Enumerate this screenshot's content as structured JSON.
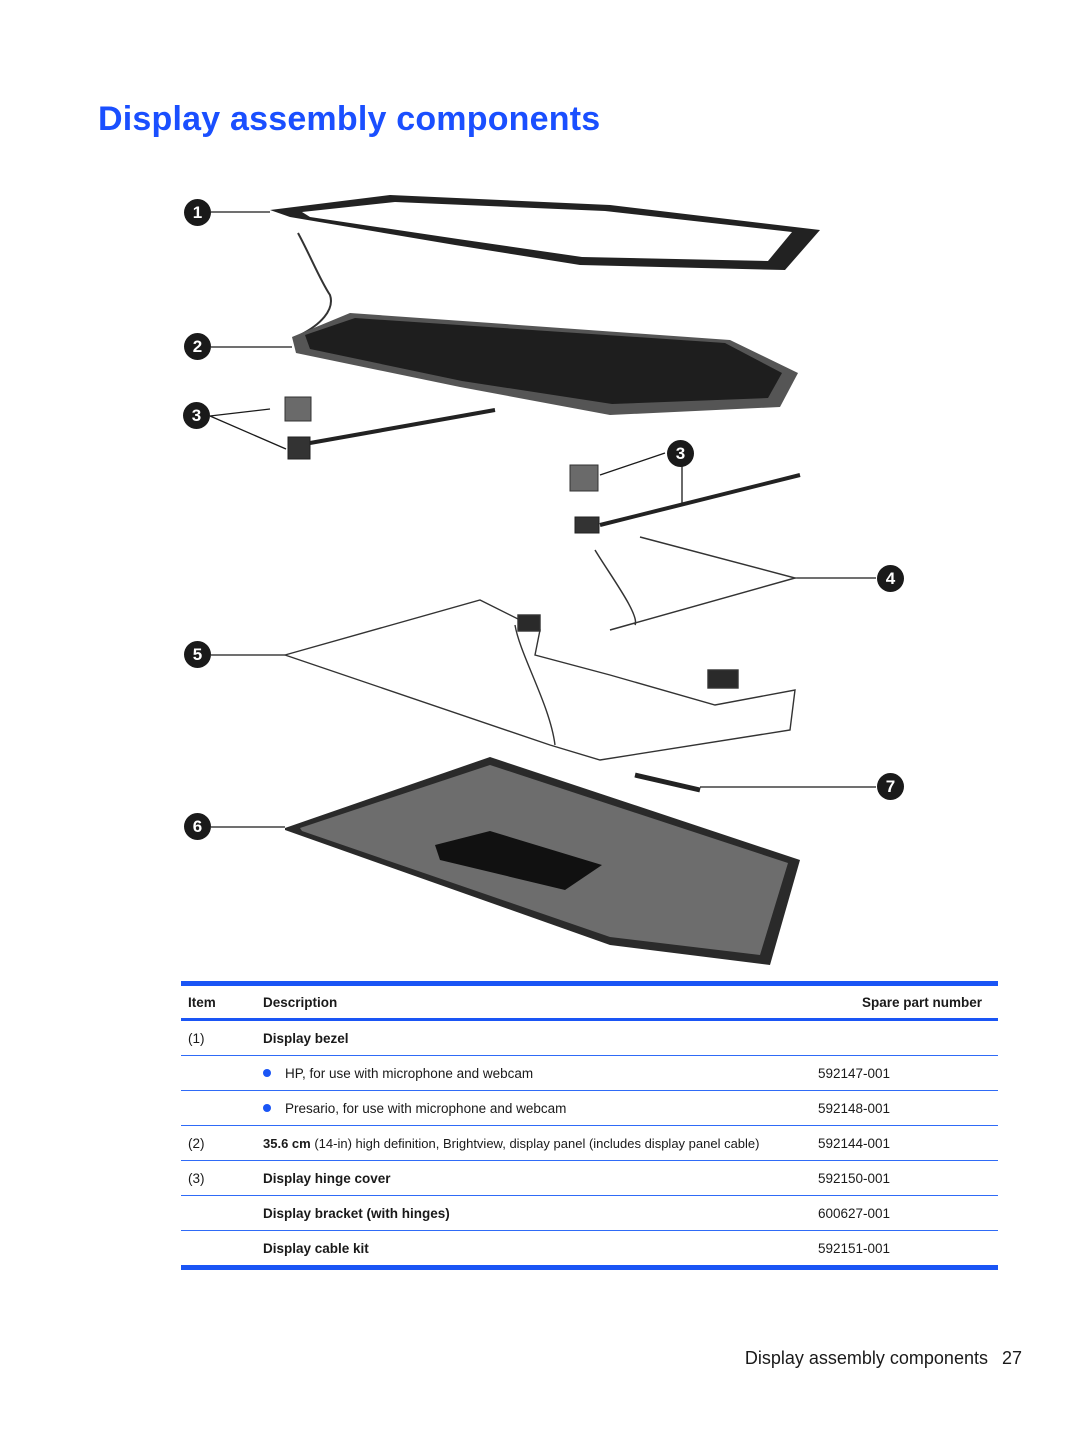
{
  "page_title": "Display assembly components",
  "callouts": [
    "1",
    "2",
    "3",
    "3",
    "4",
    "5",
    "6",
    "7"
  ],
  "table": {
    "headers": {
      "item": "Item",
      "description": "Description",
      "part": "Spare part number"
    },
    "rows": [
      {
        "item": "(1)",
        "description": "Display bezel",
        "part": ""
      },
      {
        "item": "",
        "description": "HP, for use with microphone and webcam",
        "part": "592147-001"
      },
      {
        "item": "",
        "description": "Presario, for use with microphone and webcam",
        "part": "592148-001"
      },
      {
        "item": "(2)",
        "desc_size": "35.6 cm",
        "desc_paren": "(14-in)",
        "desc_rest": " high definition, Brightview, display panel (includes display panel cable)",
        "part": "592144-001"
      },
      {
        "item": "(3)",
        "description": "Display hinge cover",
        "part": "592150-001"
      },
      {
        "item": "",
        "description": "Display bracket (with hinges)",
        "part": "600627-001"
      },
      {
        "item": "",
        "description": "Display cable kit",
        "part": "592151-001"
      }
    ]
  },
  "footer": {
    "section": "Display assembly components",
    "page_number": "27"
  },
  "colors": {
    "title": "#1a4fff",
    "table_rule": "#1a55f5",
    "callout": "#1a1a1a"
  }
}
